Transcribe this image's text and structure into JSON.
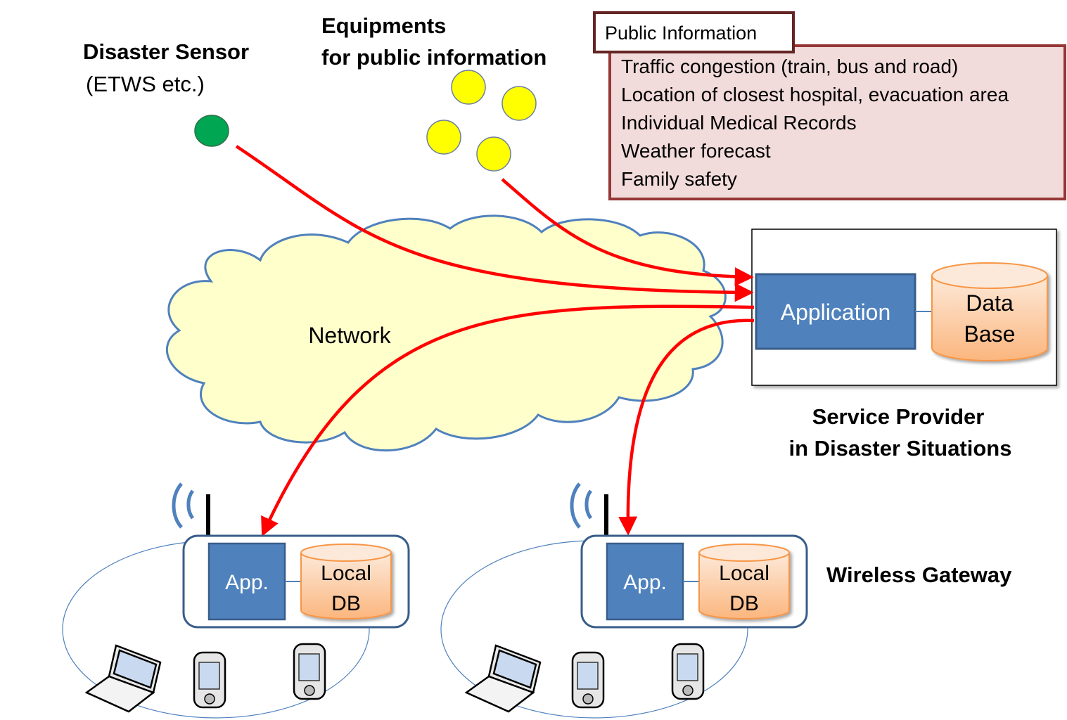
{
  "labels": {
    "disaster_sensor_title": "Disaster Sensor",
    "disaster_sensor_sub": "(ETWS etc.)",
    "equipments_line1": "Equipments",
    "equipments_line2": "for public information",
    "network": "Network",
    "service_provider_line1": "Service Provider",
    "service_provider_line2": "in Disaster Situations",
    "wireless_gateway": "Wireless Gateway"
  },
  "public_info": {
    "title": "Public Information",
    "items": [
      "Traffic congestion (train, bus and road)",
      "Location of closest hospital, evacuation area",
      "Individual Medical Records",
      "Weather forecast",
      "Family safety"
    ]
  },
  "service_provider": {
    "app_label": "Application",
    "db_line1": "Data",
    "db_line2": "Base"
  },
  "gateways": [
    {
      "app_label": "App.",
      "db_line1": "Local",
      "db_line2": "DB"
    },
    {
      "app_label": "App.",
      "db_line1": "Local",
      "db_line2": "DB"
    }
  ],
  "colors": {
    "arrow": "#ff0000",
    "cloud_fill": "#ffffcc",
    "cloud_stroke": "#4f81bd",
    "app_fill": "#4f81bd",
    "app_stroke": "#385d8a",
    "db_fill_top": "#fde9d9",
    "db_fill_bottom": "#fbb67e",
    "db_stroke": "#f79646",
    "public_info_fill": "#f2dcdb",
    "public_info_stroke": "#953735",
    "sensor_green": "#00a651",
    "equipment_yellow": "#ffff00",
    "gateway_stroke": "#385d8a"
  }
}
